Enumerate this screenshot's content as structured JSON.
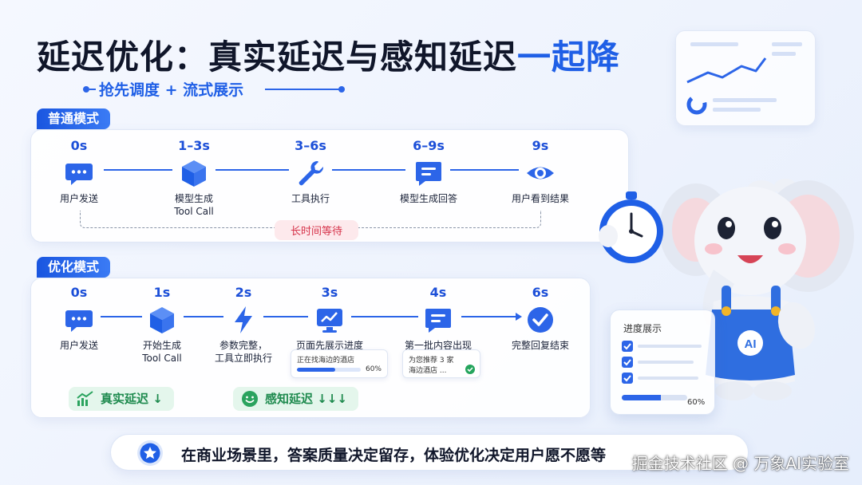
{
  "header": {
    "title_main": "延迟优化：真实延迟与感知延迟",
    "title_highlight": "一起降",
    "subtitle": "抢先调度 + 流式展示"
  },
  "normal_mode": {
    "tag": "普通模式",
    "steps": [
      {
        "time": "0s",
        "label": "用户发送",
        "icon": "chat-bubble-icon"
      },
      {
        "time": "1–3s",
        "label": "模型生成",
        "label2": "Tool Call",
        "icon": "cube-icon"
      },
      {
        "time": "3–6s",
        "label": "工具执行",
        "icon": "wrench-icon"
      },
      {
        "time": "6–9s",
        "label": "模型生成回答",
        "icon": "message-icon"
      },
      {
        "time": "9s",
        "label": "用户看到结果",
        "icon": "eye-icon"
      }
    ],
    "wait_label": "长时间等待"
  },
  "optimized_mode": {
    "tag": "优化模式",
    "steps": [
      {
        "time": "0s",
        "label": "用户发送",
        "icon": "chat-bubble-icon"
      },
      {
        "time": "1s",
        "label": "开始生成",
        "label2": "Tool Call",
        "icon": "cube-icon"
      },
      {
        "time": "2s",
        "label": "参数完整，",
        "label2": "工具立即执行",
        "icon": "lightning-icon"
      },
      {
        "time": "3s",
        "label": "页面先展示进度",
        "icon": "monitor-chart-icon"
      },
      {
        "time": "4s",
        "label": "第一批内容出现",
        "icon": "message-icon"
      },
      {
        "time": "6s",
        "label": "完整回复结束",
        "icon": "check-circle-icon"
      }
    ],
    "progress_card": {
      "text": "正在找海边的酒店",
      "percent_label": "60%",
      "value": 0.6
    },
    "result_card": {
      "line1": "为您推荐 3 家",
      "line2": "海边酒店 ..."
    },
    "badge_real": "真实延迟 ↓",
    "badge_perceived": "感知延迟 ↓↓↓"
  },
  "progress_panel": {
    "title": "进度展示",
    "percent_label": "60%",
    "value": 0.6
  },
  "mascot": {
    "badge": "AI"
  },
  "footer": {
    "text": "在商业场景里，答案质量决定留存，体验优化决定用户愿不愿等"
  },
  "watermark": "掘金技术社区 @ 万象AI实验室",
  "colors": {
    "accent": "#1f5fe6",
    "wait": "#d6334a",
    "green": "#1e8a4e"
  }
}
